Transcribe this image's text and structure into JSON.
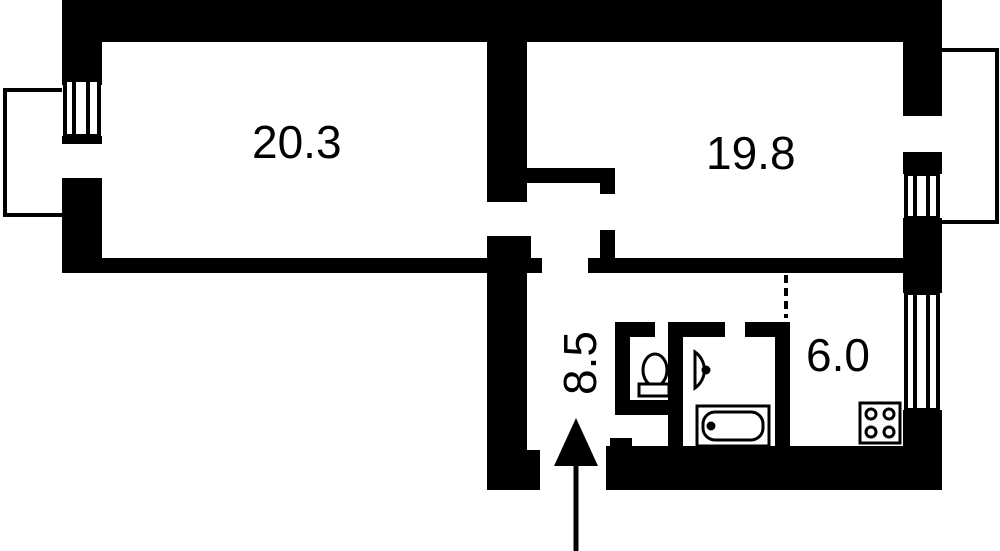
{
  "floor_plan": {
    "rooms": [
      {
        "id": "living-room-left",
        "area": "20.3"
      },
      {
        "id": "room-right",
        "area": "19.8"
      },
      {
        "id": "hallway",
        "area": "8.5"
      },
      {
        "id": "kitchen",
        "area": "6.0"
      }
    ],
    "fixtures": [
      "toilet",
      "sink",
      "bathtub",
      "stove"
    ],
    "entrance": "arrow-up",
    "colors": {
      "wall": "#000000",
      "floor": "#ffffff"
    }
  }
}
